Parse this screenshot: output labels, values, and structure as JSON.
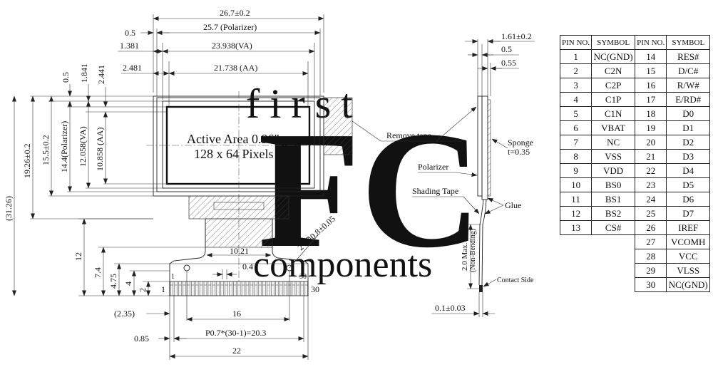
{
  "watermark": {
    "line1": "first",
    "big": "FC",
    "line2": "components"
  },
  "front_view": {
    "display_text_1": "Active Area 0.96\"",
    "display_text_2": "128 x 64 Pixels",
    "dim_overall_width": "26.7±0.2",
    "dim_polarizer_width": "25.7 (Polarizer)",
    "dim_va_width": "23.938(VA)",
    "dim_aa_width": "21.738 (AA)",
    "dim_left_0_5": "0.5",
    "dim_left_1_381": "1.381",
    "dim_left_2_481": "2.481",
    "dim_vert_0_5": "0.5",
    "dim_vert_1_841": "1.841",
    "dim_vert_2_441": "2.441",
    "dim_total_height": "(31.26)",
    "dim_19_26": "19.26±0.2",
    "dim_15_5": "15.5±0.2",
    "dim_14_4": "14.4(Polarizer)",
    "dim_12_058": "12.058(VA)",
    "dim_10_858": "10.858 (AA)",
    "dim_12": "12",
    "dim_7_4": "7.4",
    "dim_4_75": "4.75",
    "dim_4": "4",
    "dim_2": "2",
    "dim_10_21": "10.21",
    "dim_0_4": "0.4",
    "dim_holes": "2−∅0.8±0.05",
    "dim_16": "16",
    "dim_2_35": "(2.35)",
    "dim_0_85": "0.85",
    "dim_pitch": "P0.7*(30-1)=20.3",
    "dim_22": "22",
    "pin_first": "1",
    "pin_last": "30",
    "pin_first_small": "1",
    "pin_last_small": "30"
  },
  "side_view": {
    "dim_1_61": "1.61±0.2",
    "dim_0_5": "0.5",
    "dim_0_55": "0.55",
    "label_remove_tape": "Remove tape",
    "label_sponge": "Sponge",
    "label_sponge_t": "t=0.35",
    "label_polarizer": "Polarizer",
    "label_shading_tape": "Shading Tape",
    "label_glue": "Glue",
    "label_bend_1": "2.0 Max.",
    "label_bend_2": "(Non-Bending)",
    "label_contact_side": "Contact Side",
    "dim_0_1": "0.1±0.03"
  },
  "pin_table": {
    "headers": [
      "PIN NO.",
      "SYMBOL",
      "PIN NO.",
      "SYMBOL"
    ],
    "rows": [
      [
        "1",
        "NC(GND)",
        "14",
        "RES#"
      ],
      [
        "2",
        "C2N",
        "15",
        "D/C#"
      ],
      [
        "3",
        "C2P",
        "16",
        "R/W#"
      ],
      [
        "4",
        "C1P",
        "17",
        "E/RD#"
      ],
      [
        "5",
        "C1N",
        "18",
        "D0"
      ],
      [
        "6",
        "VBAT",
        "19",
        "D1"
      ],
      [
        "7",
        "NC",
        "20",
        "D2"
      ],
      [
        "8",
        "VSS",
        "21",
        "D3"
      ],
      [
        "9",
        "VDD",
        "22",
        "D4"
      ],
      [
        "10",
        "BS0",
        "23",
        "D5"
      ],
      [
        "11",
        "BS1",
        "24",
        "D6"
      ],
      [
        "12",
        "BS2",
        "25",
        "D7"
      ],
      [
        "13",
        "CS#",
        "26",
        "IREF"
      ],
      [
        "",
        "",
        "27",
        "VCOMH"
      ],
      [
        "",
        "",
        "28",
        "VCC"
      ],
      [
        "",
        "",
        "29",
        "VLSS"
      ],
      [
        "",
        "",
        "30",
        "NC(GND)"
      ]
    ]
  }
}
